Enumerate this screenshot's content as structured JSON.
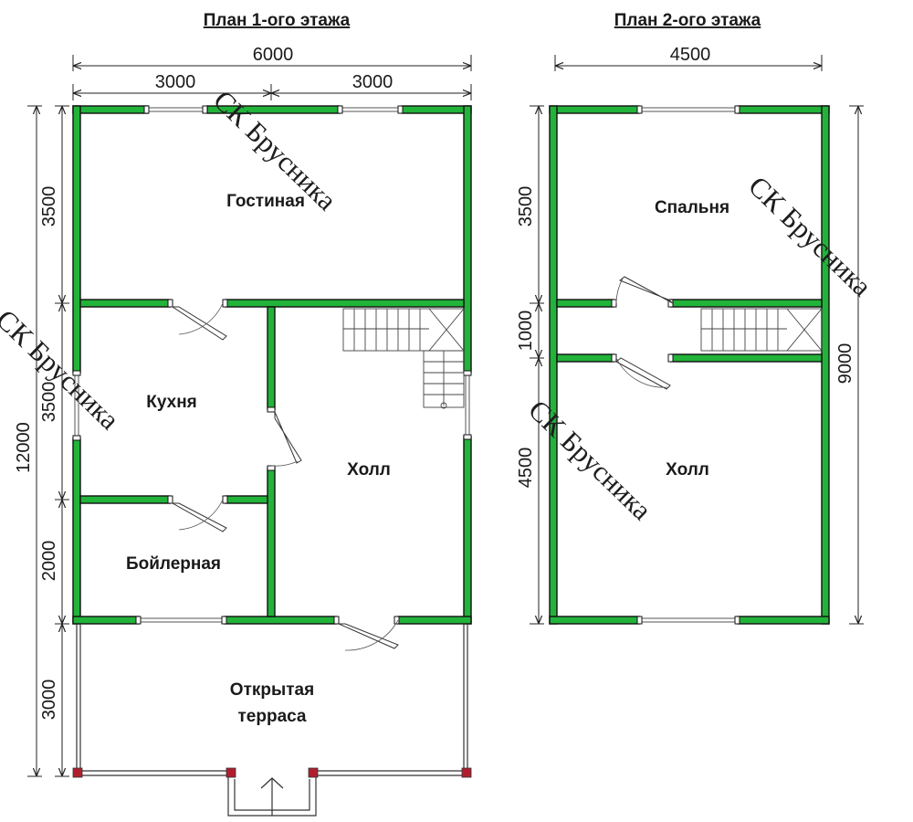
{
  "plan1": {
    "title": "План 1-ого этажа",
    "dim_total_width": "6000",
    "dim_left_width": "3000",
    "dim_right_width": "3000",
    "dim_total_length": "12000",
    "dim_living_depth": "3500",
    "dim_kitchen_depth": "3500",
    "dim_boiler_depth": "2000",
    "dim_terrace_depth": "3000",
    "rooms": {
      "living": "Гостиная",
      "kitchen": "Кухня",
      "hall": "Холл",
      "boiler": "Бойлерная",
      "terrace_line1": "Открытая",
      "terrace_line2": "терраса"
    }
  },
  "plan2": {
    "title": "План 2-ого этажа",
    "dim_total_width": "4500",
    "dim_total_length": "9000",
    "dim_bedroom_depth": "3500",
    "dim_stair_depth": "1000",
    "dim_hall_depth": "4500",
    "rooms": {
      "bedroom": "Спальня",
      "hall": "Холл"
    }
  },
  "watermark": "СК Брусника",
  "colors": {
    "wall": "#22b33a",
    "post": "#b01e2e"
  }
}
